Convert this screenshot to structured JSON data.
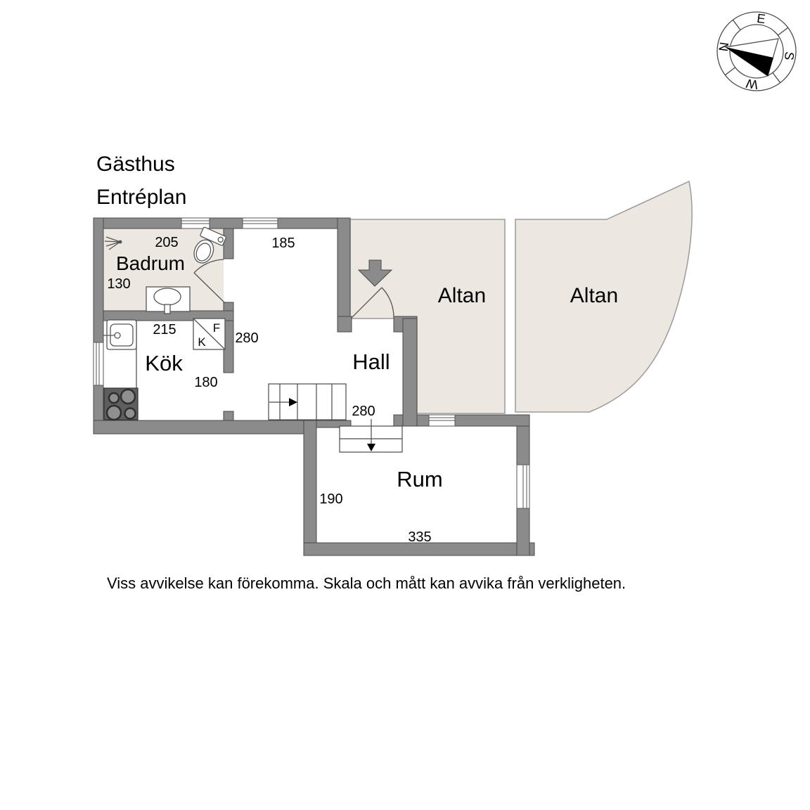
{
  "title": {
    "building": "Gästhus",
    "floor": "Entréplan"
  },
  "compass": {
    "north": "N",
    "east": "E",
    "south": "S",
    "west": "W"
  },
  "rooms": {
    "badrum": {
      "label": "Badrum",
      "width_dim": "205",
      "depth_dim": "130"
    },
    "kok": {
      "label": "Kök",
      "width_dim": "215",
      "depth_dim": "180"
    },
    "hall": {
      "label": "Hall",
      "top_dim": "185",
      "side_dim": "280",
      "bottom_dim": "280"
    },
    "rum": {
      "label": "Rum",
      "depth_dim": "190",
      "width_dim": "335"
    },
    "altan_left": {
      "label": "Altan"
    },
    "altan_right": {
      "label": "Altan"
    }
  },
  "fixtures": {
    "fridge_label": "F",
    "freezer_label": "K"
  },
  "disclaimer": "Viss avvikelse kan förekomma. Skala och mått kan avvika från verkligheten.",
  "colors": {
    "wall_fill": "#8b8b8b",
    "wall_outline": "#4a4a4a",
    "floor_accent": "#ece7e1",
    "thin_line": "#555555",
    "text": "#000000"
  }
}
